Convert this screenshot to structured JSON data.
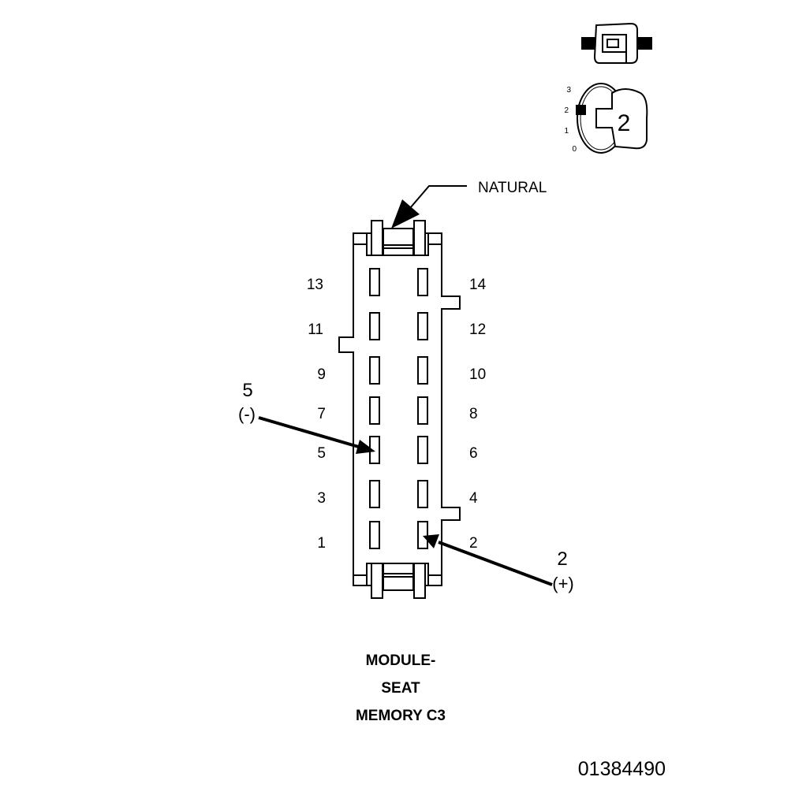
{
  "connector": {
    "color_label": "NATURAL",
    "name_lines": [
      "MODULE-",
      "SEAT",
      "MEMORY C3"
    ],
    "left_pins": [
      "13",
      "11",
      "9",
      "7",
      "5",
      "3",
      "1"
    ],
    "right_pins": [
      "14",
      "12",
      "10",
      "8",
      "6",
      "4",
      "2"
    ]
  },
  "callouts": {
    "negative": {
      "pin": "5",
      "sign": "(-)"
    },
    "positive": {
      "pin": "2",
      "sign": "(+)"
    }
  },
  "indicator": {
    "scale": [
      "3",
      "2",
      "1",
      "0"
    ],
    "value": "2"
  },
  "doc_id": "01384490"
}
